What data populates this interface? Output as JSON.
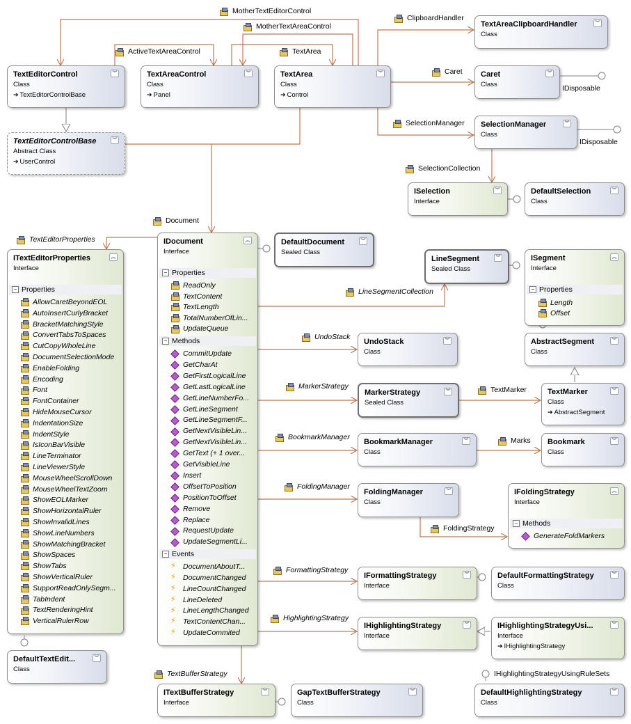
{
  "boxes": {
    "TextEditorControl": {
      "name": "TextEditorControl",
      "stereo": "Class",
      "base": "TextEditorControlBase"
    },
    "TextAreaControl": {
      "name": "TextAreaControl",
      "stereo": "Class",
      "base": "Panel"
    },
    "TextArea": {
      "name": "TextArea",
      "stereo": "Class",
      "base": "Control"
    },
    "TextAreaClipboardHandler": {
      "name": "TextAreaClipboardHandler",
      "stereo": "Class"
    },
    "Caret": {
      "name": "Caret",
      "stereo": "Class"
    },
    "SelectionManager": {
      "name": "SelectionManager",
      "stereo": "Class"
    },
    "TextEditorControlBase": {
      "name": "TextEditorControlBase",
      "stereo": "Abstract Class",
      "base": "UserControl"
    },
    "ISelection": {
      "name": "ISelection",
      "stereo": "Interface"
    },
    "DefaultSelection": {
      "name": "DefaultSelection",
      "stereo": "Class"
    },
    "ITextEditorProperties": {
      "name": "ITextEditorProperties",
      "stereo": "Interface",
      "section": "Properties",
      "members": [
        "AllowCaretBeyondEOL",
        "AutoInsertCurlyBracket",
        "BracketMatchingStyle",
        "ConvertTabsToSpaces",
        "CutCopyWholeLine",
        "DocumentSelectionMode",
        "EnableFolding",
        "Encoding",
        "Font",
        "FontContainer",
        "HideMouseCursor",
        "IndentationSize",
        "IndentStyle",
        "IsIconBarVisible",
        "LineTerminator",
        "LineViewerStyle",
        "MouseWheelScrollDown",
        "MouseWheelTextZoom",
        "ShowEOLMarker",
        "ShowHorizontalRuler",
        "ShowInvalidLines",
        "ShowLineNumbers",
        "ShowMatchingBracket",
        "ShowSpaces",
        "ShowTabs",
        "ShowVerticalRuler",
        "SupportReadOnlySegm...",
        "TabIndent",
        "TextRenderingHint",
        "VerticalRulerRow"
      ]
    },
    "IDocument": {
      "name": "IDocument",
      "stereo": "Interface",
      "sec_props": "Properties",
      "props": [
        "ReadOnly",
        "TextContent",
        "TextLength",
        "TotalNumberOfLin...",
        "UpdateQueue"
      ],
      "sec_methods": "Methods",
      "methods": [
        "CommitUpdate",
        "GetCharAt",
        "GetFirstLogicalLine",
        "GetLastLogicalLine",
        "GetLineNumberFo...",
        "GetLineSegment",
        "GetLineSegmentF...",
        "GetNextVisibleLin...",
        "GetNextVisibleLin...",
        "GetText (+ 1 over...",
        "GetVisibleLine",
        "Insert",
        "OffsetToPosition",
        "PositionToOffset",
        "Remove",
        "Replace",
        "RequestUpdate",
        "UpdateSegmentLi..."
      ],
      "sec_events": "Events",
      "events": [
        "DocumentAboutT...",
        "DocumentChanged",
        "LineCountChanged",
        "LineDeleted",
        "LineLengthChanged",
        "TextContentChan...",
        "UpdateCommited"
      ]
    },
    "DefaultDocument": {
      "name": "DefaultDocument",
      "stereo": "Sealed Class"
    },
    "LineSegment": {
      "name": "LineSegment",
      "stereo": "Sealed Class"
    },
    "ISegment": {
      "name": "ISegment",
      "stereo": "Interface",
      "section": "Properties",
      "members": [
        "Length",
        "Offset"
      ]
    },
    "UndoStack": {
      "name": "UndoStack",
      "stereo": "Class"
    },
    "AbstractSegment": {
      "name": "AbstractSegment",
      "stereo": "Class"
    },
    "MarkerStrategy": {
      "name": "MarkerStrategy",
      "stereo": "Sealed Class"
    },
    "TextMarker": {
      "name": "TextMarker",
      "stereo": "Class",
      "base": "AbstractSegment"
    },
    "BookmarkManager": {
      "name": "BookmarkManager",
      "stereo": "Class"
    },
    "Bookmark": {
      "name": "Bookmark",
      "stereo": "Class"
    },
    "FoldingManager": {
      "name": "FoldingManager",
      "stereo": "Class"
    },
    "IFoldingStrategy": {
      "name": "IFoldingStrategy",
      "stereo": "Interface",
      "section": "Methods",
      "members": [
        "GenerateFoldMarkers"
      ]
    },
    "IFormattingStrategy": {
      "name": "IFormattingStrategy",
      "stereo": "Interface"
    },
    "DefaultFormattingStrategy": {
      "name": "DefaultFormattingStrategy",
      "stereo": "Class"
    },
    "IHighlightingStrategy": {
      "name": "IHighlightingStrategy",
      "stereo": "Interface"
    },
    "IHighlightingStrategyUsi": {
      "name": "IHighlightingStrategyUsi...",
      "stereo": "Interface",
      "base": "IHighlightingStrategy"
    },
    "DefaultTextEdit": {
      "name": "DefaultTextEdit...",
      "stereo": "Class"
    },
    "ITextBufferStrategy": {
      "name": "ITextBufferStrategy",
      "stereo": "Interface"
    },
    "GapTextBufferStrategy": {
      "name": "GapTextBufferStrategy",
      "stereo": "Class"
    },
    "DefaultHighlightingStrategy": {
      "name": "DefaultHighlightingStrategy",
      "stereo": "Class"
    }
  },
  "labels": {
    "MotherTextEditorControl": "MotherTextEditorControl",
    "MotherTextAreaControl": "MotherTextAreaControl",
    "ActiveTextAreaControl": "ActiveTextAreaControl",
    "TextArea": "TextArea",
    "ClipboardHandler": "ClipboardHandler",
    "Caret": "Caret",
    "SelectionManager": "SelectionManager",
    "SelectionCollection": "SelectionCollection",
    "IDisposable1": "IDisposable",
    "IDisposable2": "IDisposable",
    "Document": "Document",
    "TextEditorProperties": "TextEditorProperties",
    "LineSegmentCollection": "LineSegmentCollection",
    "UndoStack": "UndoStack",
    "MarkerStrategy": "MarkerStrategy",
    "TextMarker": "TextMarker",
    "BookmarkManager": "BookmarkManager",
    "Marks": "Marks",
    "FoldingManager": "FoldingManager",
    "FoldingStrategy": "FoldingStrategy",
    "FormattingStrategy": "FormattingStrategy",
    "HighlightingStrategy": "HighlightingStrategy",
    "TextBufferStrategy": "TextBufferStrategy",
    "IHighlightingStrategyUsingRuleSets": "IHighlightingStrategyUsingRuleSets"
  },
  "colors": {
    "association": "#b97a57",
    "inheritance": "#7f7f7f",
    "iface_fill": "#dfe8d2",
    "class_fill": "#d8dde9"
  }
}
